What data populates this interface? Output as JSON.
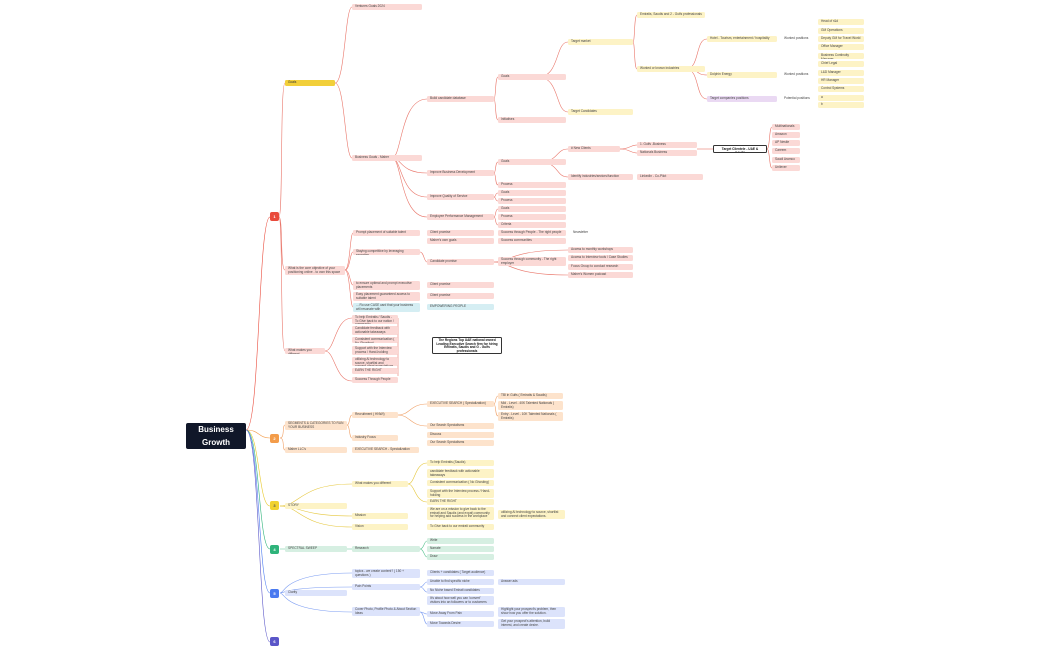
{
  "root": "Business Growth",
  "badges": [
    "1",
    "2",
    "3",
    "4",
    "5",
    "6"
  ],
  "s1": {
    "goals": "Goals",
    "ventures": "Ventures Goals 2024",
    "bizgoals": "Business Goals - Maher",
    "build": "Build candidate database",
    "goals2": "Goals",
    "initiatives": "Initiatives",
    "target_market": "Target market",
    "target_candidates": "Target Candidates",
    "emiratis": "Emiratis, Saudis and 2 - Gulfs professionals",
    "worked": "Worked or known industries",
    "hotel": "Hotel - Tourism, entertainment / hospitality",
    "dolphin": "Dolphin Energy",
    "target_companies": "Target companies positions",
    "worked_positions": "Worked positions",
    "worked_positions2": "Worked positions",
    "potential": "Potential positions",
    "pos_list1": [
      "Head of r&d",
      "GM Operations",
      "Deputy GM for Travel World",
      "Office Manager",
      "Business Continuity Manager"
    ],
    "pos_list2": [
      "Chief Legal",
      "L&D Manager",
      "HR Manager",
      "Control Systems"
    ],
    "pos_list3": [
      "a",
      "b"
    ],
    "improve_bd": "Improve Business Development",
    "goals3": "Goals",
    "new_clients": "# New Clients",
    "uae_biz": "1. Gulfs -Business",
    "nat_biz": "Nationals Business",
    "target_clients": "Target Clientele - UAE & SAUDI",
    "clientele": [
      "Multinationals",
      "Amazon",
      "AP Nestle",
      "Careem",
      "Saudi Aramco",
      "Unilever"
    ],
    "identify": "Identify industries/sectors/function",
    "linkedin": "LinkedIn - Co-Pilot",
    "process1": "Process",
    "improve_qs": "Improve Quality of Service",
    "goals4": "Goals",
    "process2": "Process",
    "emp_perf": "Employee Performance Management",
    "goals5": "Goals",
    "process3": "Process",
    "criteria": "Criteria",
    "what_core": "What is the core objective of your positioning online - to own this space",
    "prompt": "Prompt placement of suitable talent",
    "client_promise": "Client promise",
    "success_people": "Success through People - The right people",
    "newsletter": "Newsletter",
    "maher_goals": "Maher's own goals",
    "success_comm": "Success communities",
    "staying": "Staying competitive by leveraging expertise",
    "cand_promise": "Candidate promise",
    "success_community": "Success through community - The right employer",
    "comm_items": [
      "Access to monthly workshops",
      "Access to Interview tools / Case Studies",
      "Focus Group to conduct research",
      "Maher's Women podcast"
    ],
    "ensure": "to ensure optimal and prompt executive placements",
    "client_promise2": "Client promise",
    "easy": "Easy placement guaranteed access to suitable talent",
    "client_promise3": "Client promise",
    "ro_use": "... Ro use CASE card that your business will resonate with",
    "empowering": "EMPOWERING PEOPLE",
    "what_diff": "What makes you different",
    "diff_list": [
      "To help Emiratis / Saudis - To Give back to our nation / community",
      "Candidate feedback with actionable takeaways",
      "Consistent communication ( No Ghosting)",
      "Support with the Interview process / Hand-holding",
      "utilizing AI technology to source, shortlist and connect client expectations",
      "EARN THE RIGHT",
      "Success Through People"
    ],
    "sixfigure": "The Regions Top UAE national owned Leading Executive Search firm for hiring Emiratis, Saudis and G - Gulfs professionals"
  },
  "s2": {
    "segments": "SEGMENTS & CATEGORIES TO RUN YOUR BUSINESS",
    "recruitment": "Recruitment ( HNWI)",
    "exec_search": "EXECUTIVE SEARCH ( Specialization)",
    "exec_items": [
      "TBI in Gulfs ( Emiratis & Saudis)",
      "Mid - Level - 40K Talented Nationals ( Emiratis)",
      "Entry - Level - 10K Talented Nationals ( Emiratis)"
    ],
    "our_search1": "Our Search Specialisms",
    "industry": "Industry Focus",
    "discuss": "Discuss",
    "our_search2": "Our Search Specialisms",
    "maher": "Maher LLC's",
    "exec_search2": "EXECUTIVE SEARCH - Specialization"
  },
  "s3": {
    "story": "STORY",
    "what_diff": "What makes you different",
    "diff_list": [
      "To help Emiratis (Saudis)",
      "candidate feedback with actionable takeaways",
      "Consistent communication ( No Ghosting)",
      "Support with the Interview process / Hand-holding",
      "EARN THE RIGHT"
    ],
    "mission": "Mission",
    "mission_text": "We are on a mission to give back to the emirati and Saudis (and expat) community for helping add success in the workplace",
    "utilizing": "utilizing AI technology to source, shortlist and connect client expectations.",
    "vision": "Vision",
    "vision_text": "To Give back to our emirati community"
  },
  "s4": {
    "spectral": "SPECTRAL SWEEP",
    "research": "Research",
    "items": [
      "Write",
      "Narrate",
      "Draw"
    ]
  },
  "s5": {
    "clarity": "Clarity",
    "topics": "topics - we create content? ( 150 + questions )",
    "clients": "Clients + candidates ( Target audience)",
    "pain": "Pain Points",
    "unable": "Unable to find specific niche",
    "answer": "Answer ads",
    "niche": "No Niche based Emirati candidates",
    "its_about": "It's about how well you can 'convert' visitors into an followers or to customers",
    "cover": "Cover Photo, Profile Photo & About Section Ideas",
    "move_away": "Move Away From Pain",
    "move_away_text": "Highlight your prospect's problem, then show how you offer the solution.",
    "move_toward": "Move Towards Desire",
    "move_toward_text": "Get your prospect's attention, build interest, and create desire."
  }
}
